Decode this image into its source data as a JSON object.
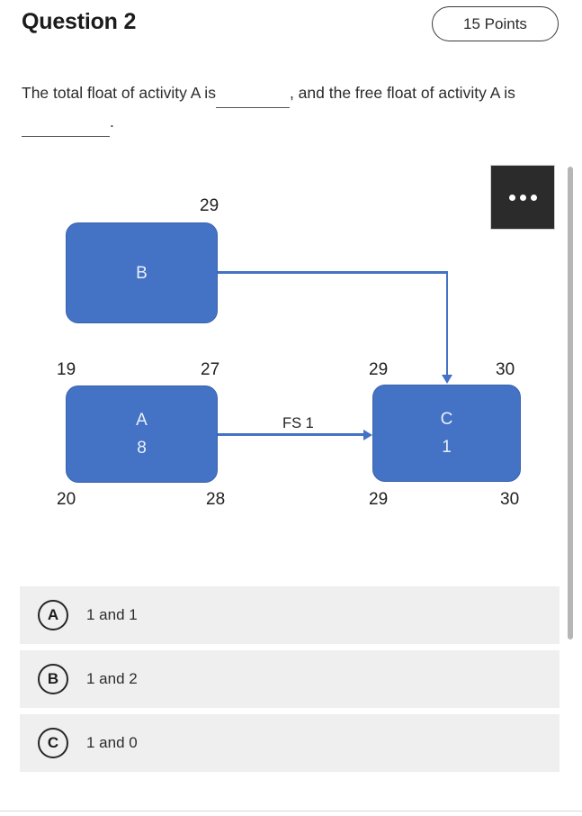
{
  "header": {
    "title": "Question 2",
    "points_badge": "15 Points"
  },
  "prompt": {
    "part1": "The total float of activity A is",
    "part2": ", and the free float of activity A is",
    "part3": "."
  },
  "more_menu": {
    "name": "overflow-menu"
  },
  "diagram": {
    "nodes": [
      {
        "id": "B",
        "label": "B",
        "duration": "",
        "early_start": "",
        "early_finish": "29",
        "late_start": "",
        "late_finish": ""
      },
      {
        "id": "A",
        "label": "A",
        "duration": "8",
        "early_start": "19",
        "early_finish": "27",
        "late_start": "20",
        "late_finish": "28"
      },
      {
        "id": "C",
        "label": "C",
        "duration": "1",
        "early_start": "29",
        "early_finish": "30",
        "late_start": "29",
        "late_finish": "30"
      }
    ],
    "edges": [
      {
        "from": "B",
        "to": "C",
        "label": ""
      },
      {
        "from": "A",
        "to": "C",
        "label": "FS 1"
      }
    ]
  },
  "options": [
    {
      "letter": "A",
      "text": "1 and 1"
    },
    {
      "letter": "B",
      "text": "1 and 2"
    },
    {
      "letter": "C",
      "text": "1 and 0"
    }
  ],
  "colors": {
    "node_fill": "#4472C4",
    "option_bg": "#efefef",
    "menu_bg": "#2b2b2b"
  }
}
